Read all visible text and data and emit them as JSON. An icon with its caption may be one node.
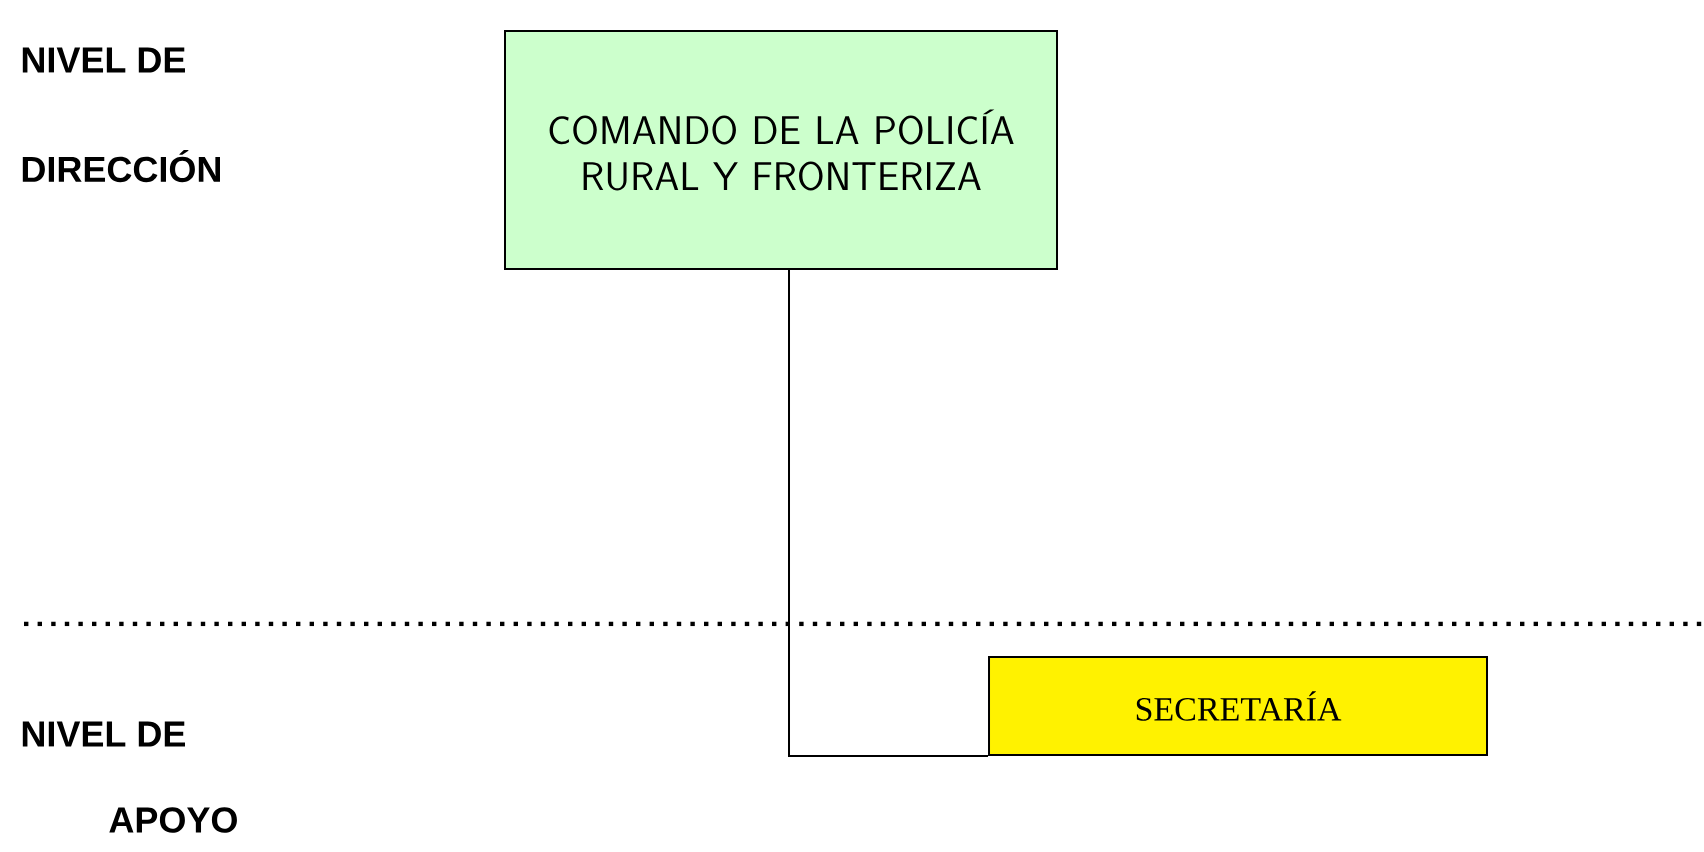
{
  "diagram": {
    "nodes": [
      {
        "text": [
          "COMANDO DE LA POLICÍA RURAL Y FRONTERIZA"
        ]
      },
      {
        "text": [
          "SECRETARÍA"
        ]
      }
    ],
    "edges": [
      {
        "from": 0,
        "to": 1,
        "arrow": "none"
      }
    ],
    "labels": [
      "NIVEL DE",
      "DIRECCIÓN",
      "NIVEL DE",
      "APOYO"
    ]
  }
}
